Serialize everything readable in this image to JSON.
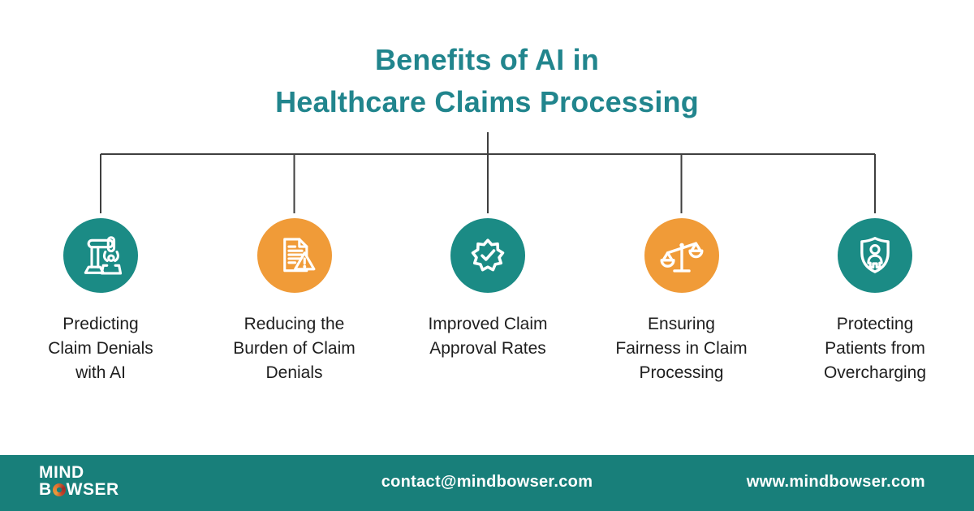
{
  "title": {
    "line1": "Benefits of AI in",
    "line2": "Healthcare Claims Processing"
  },
  "benefits": [
    {
      "label": "Predicting\nClaim Denials\nwith AI",
      "icon": "robot-arm-icon",
      "circle_color": "#1B8B85"
    },
    {
      "label": "Reducing the\nBurden of Claim\nDenials",
      "icon": "document-warning-icon",
      "circle_color": "#F09B38"
    },
    {
      "label": "Improved Claim\nApproval Rates",
      "icon": "approval-badge-icon",
      "circle_color": "#1B8B85"
    },
    {
      "label": "Ensuring\nFairness in Claim\nProcessing",
      "icon": "balance-scale-icon",
      "circle_color": "#F09B38"
    },
    {
      "label": "Protecting\nPatients from\nOvercharging",
      "icon": "shield-person-icon",
      "circle_color": "#1B8B85"
    }
  ],
  "footer": {
    "logo": {
      "line1": "MIND",
      "line2_start": "B",
      "line2_end": "WSER"
    },
    "email": "contact@mindbowser.com",
    "website": "www.mindbowser.com"
  },
  "colors": {
    "title_teal": "#21858D",
    "circle_teal": "#1B8B85",
    "circle_orange": "#F09B38",
    "footer_teal": "#187F7A",
    "connector_line": "#3F3F3F",
    "label_text": "#1E1E1E"
  }
}
